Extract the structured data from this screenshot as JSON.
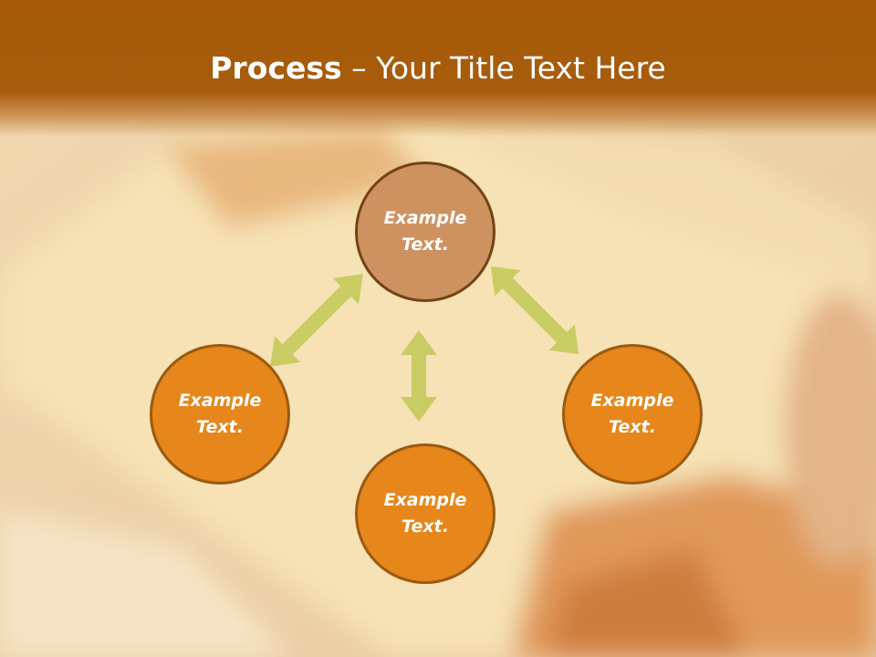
{
  "title": {
    "bold_part": "Process",
    "separator": " – ",
    "regular_part": "Your Title Text Here"
  },
  "nodes": [
    {
      "id": "top",
      "line1": "Example",
      "line2": "Text."
    },
    {
      "id": "left",
      "line1": "Example",
      "line2": "Text."
    },
    {
      "id": "bottom",
      "line1": "Example",
      "line2": "Text."
    },
    {
      "id": "right",
      "line1": "Example",
      "line2": "Text."
    }
  ],
  "colors": {
    "header": "#a65a0a",
    "node_top": "#cd9260",
    "node_orange": "#e6861b",
    "arrow": "#c8cc62"
  }
}
